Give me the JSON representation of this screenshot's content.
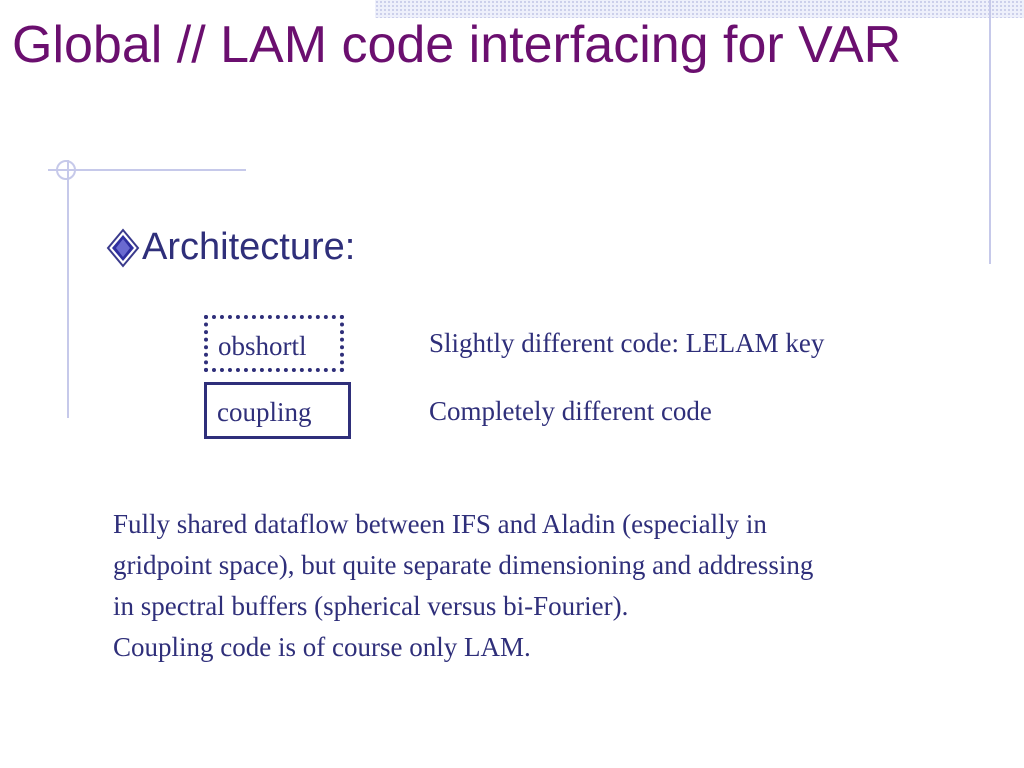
{
  "slide": {
    "title": "Global // LAM code interfacing for VAR",
    "bullet": "Architecture:",
    "bullet_icon": "diamond-bullet-icon",
    "rows": [
      {
        "label": "obshortl",
        "description": "Slightly different code: LELAM key",
        "box_style": "dotted"
      },
      {
        "label": "coupling",
        "description": "Completely different code",
        "box_style": "solid"
      }
    ],
    "paragraph_lines": [
      "Fully shared dataflow between IFS and Aladin (especially in",
      "gridpoint space), but quite separate dimensioning and addressing",
      "in spectral buffers (spherical versus bi-Fourier).",
      "Coupling code is of course only LAM."
    ]
  },
  "colors": {
    "title": "#6b0f6f",
    "text": "#2f2f7a",
    "decor_lines": "#c6c9ea",
    "background": "#ffffff"
  }
}
